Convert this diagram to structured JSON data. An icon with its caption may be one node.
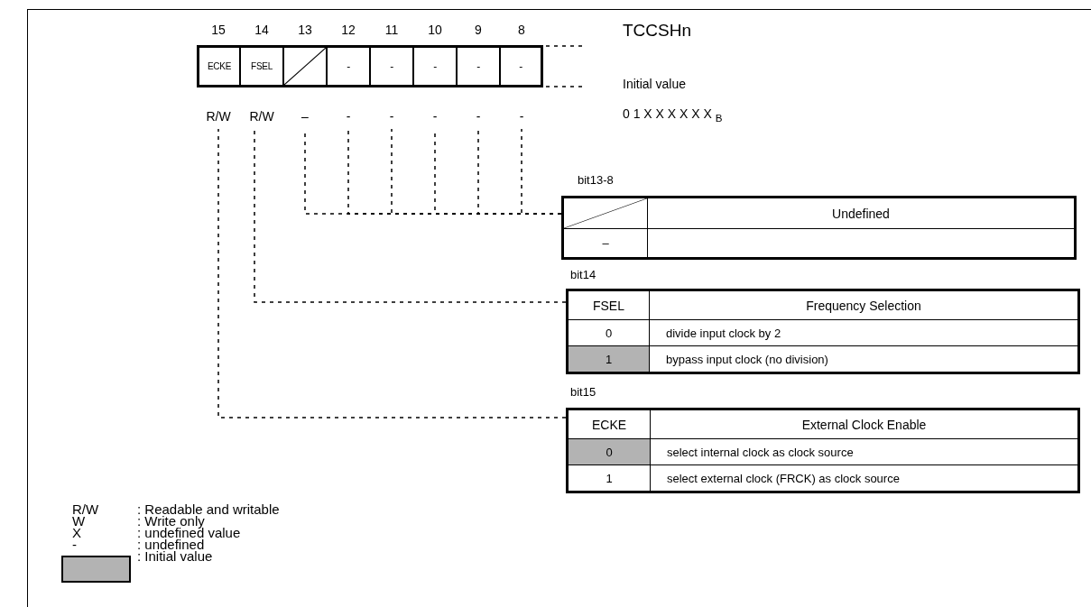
{
  "diagram": {
    "title": "TCCSHn",
    "nodes": [
      {
        "text": [
          "ECKE"
        ],
        "beside": [
          "15",
          "R/W"
        ]
      },
      {
        "text": [
          "FSEL"
        ],
        "beside": [
          "14",
          "R/W"
        ]
      },
      {
        "text": [],
        "shape": "box",
        "beside": [
          "13",
          "–"
        ]
      },
      {
        "text": [
          "-"
        ],
        "beside": [
          "12",
          "-"
        ]
      },
      {
        "text": [
          "-"
        ],
        "beside": [
          "11",
          "-"
        ]
      },
      {
        "text": [
          "-"
        ],
        "beside": [
          "10",
          "-"
        ]
      },
      {
        "text": [
          "-"
        ],
        "beside": [
          "9",
          "-"
        ]
      },
      {
        "text": [
          "-"
        ],
        "beside": [
          "8",
          "-"
        ]
      },
      {
        "text": [
          "Undefined",
          "–"
        ],
        "beside": [
          "bit13-8"
        ]
      },
      {
        "text": [
          "FSEL",
          "Frequency Selection",
          "0",
          "divide input clock by 2",
          "1",
          "bypass input clock (no division)"
        ],
        "beside": [
          "bit14"
        ]
      },
      {
        "text": [
          "ECKE",
          "External Clock Enable",
          "0",
          "select internal clock as clock source",
          "1",
          "select external clock (FRCK) as clock source"
        ],
        "beside": [
          "bit15"
        ]
      }
    ],
    "edges": [
      {
        "from": 0,
        "to": 10,
        "arrow": "none",
        "style": "dashed"
      },
      {
        "from": 1,
        "to": 9,
        "arrow": "none",
        "style": "dashed"
      },
      {
        "from": 2,
        "to": 8,
        "arrow": "none",
        "style": "dashed"
      },
      {
        "from": 3,
        "to": 8,
        "arrow": "none",
        "style": "dashed"
      },
      {
        "from": 4,
        "to": 8,
        "arrow": "none",
        "style": "dashed"
      },
      {
        "from": 5,
        "to": 8,
        "arrow": "none",
        "style": "dashed"
      },
      {
        "from": 6,
        "to": 8,
        "arrow": "none",
        "style": "dashed"
      },
      {
        "from": 7,
        "to": 8,
        "arrow": "none",
        "style": "dashed"
      }
    ],
    "labels": [
      "Initial value",
      "0 1 X X X X X X $_{B}$",
      "R/W",
      ": Readable and writable",
      "W",
      ": Write only",
      "X",
      ": undefined value",
      "-",
      ": undefined"
    ],
    "legend": [
      {
        "text": ": Initial value",
        "color": "#b3b3b3"
      }
    ]
  }
}
